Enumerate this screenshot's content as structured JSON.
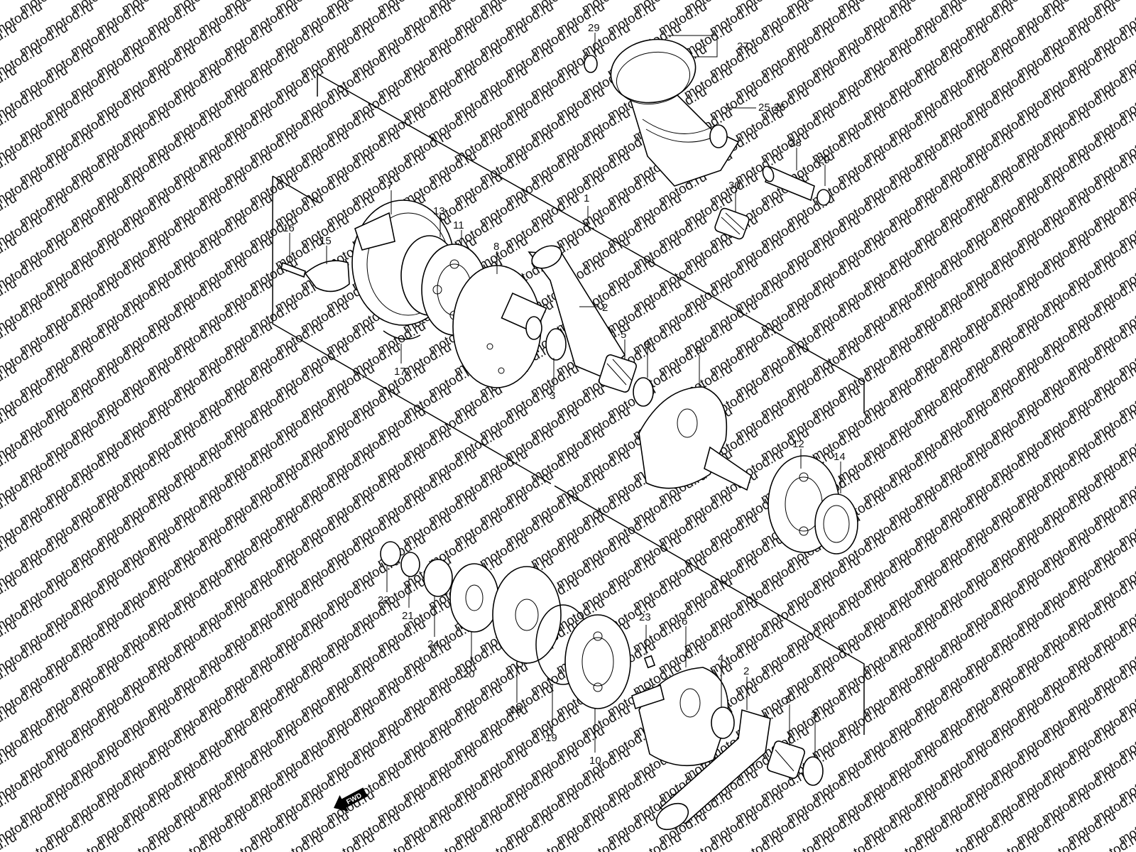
{
  "watermark": "motod.ru",
  "direction_badge": "FWD",
  "callouts": {
    "c1": "1",
    "c2a": "2",
    "c2b": "2",
    "c3a": "3",
    "c3b": "3",
    "c4a": "4",
    "c4b": "4",
    "c5a": "5",
    "c5b": "5",
    "c6": "6",
    "c7": "7",
    "c8": "8",
    "c9": "9",
    "c10": "10",
    "c11": "11",
    "c12": "12",
    "c13": "13",
    "c14": "14",
    "c15": "15",
    "c16": "16",
    "c17": "17",
    "c18": "18",
    "c19": "19",
    "c20": "20",
    "c21": "21",
    "c22": "22",
    "c23": "23",
    "c24": "24",
    "c2526": "25·26",
    "c27": "27",
    "c28": "28",
    "c29a": "29",
    "c29b": "29",
    "c30": "30"
  }
}
